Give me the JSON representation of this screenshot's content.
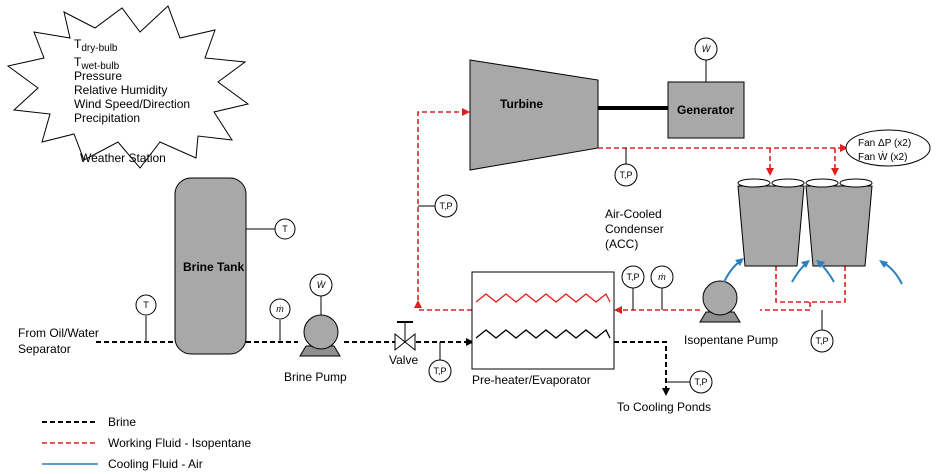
{
  "weather": {
    "title": "Weather Station",
    "t_dry": "T",
    "t_dry_sub": "dry-bulb",
    "t_wet": "T",
    "t_wet_sub": "wet-bulb",
    "pressure": "Pressure",
    "humidity": "Relative Humidity",
    "wind": "Wind Speed/Direction",
    "precip": "Precipitation"
  },
  "components": {
    "turbine": "Turbine",
    "generator": "Generator",
    "brine_tank": "Brine Tank",
    "brine_pump": "Brine Pump",
    "valve": "Valve",
    "preheater": "Pre-heater/Evaporator",
    "isopentane_pump": "Isopentane Pump",
    "acc_line1": "Air-Cooled",
    "acc_line2": "Condenser",
    "acc_line3": "(ACC)",
    "from_line1": "From Oil/Water",
    "from_line2": "Separator",
    "to_ponds": "To Cooling Ponds"
  },
  "fan": {
    "line1": "Fan ΔP  (x2)",
    "line2": "Fan Ẇ  (x2)"
  },
  "sensors": {
    "tp": "T,P",
    "t": "T",
    "mdot": "ṁ",
    "wdot": "Ẇ"
  },
  "legend": {
    "brine": "Brine",
    "working": "Working Fluid - Isopentane",
    "cooling": "Cooling Fluid - Air"
  },
  "colors": {
    "brine": "#000000",
    "working_fluid": "#e02020",
    "cooling_air": "#2a7fc0",
    "equipment": "#a8a8a8"
  }
}
